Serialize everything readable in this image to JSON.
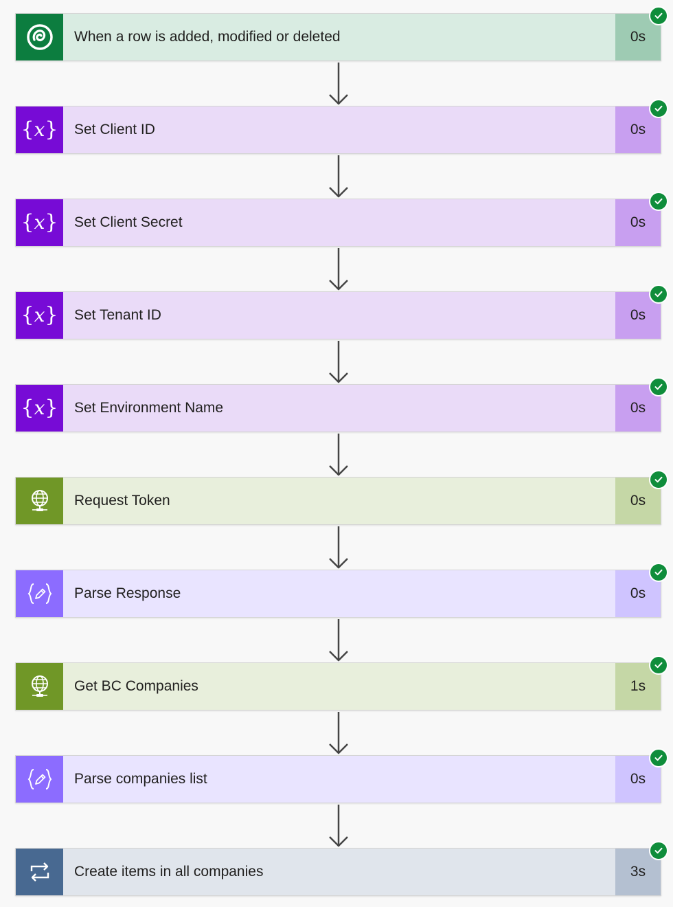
{
  "flow_steps": [
    {
      "title": "When a row is added, modified or deleted",
      "duration": "0s",
      "icon": "dataverse-icon",
      "status": "succeeded",
      "icon_bg": "#0c7d3f",
      "body_bg": "#d9ece2",
      "duration_bg": "#9ecbb3"
    },
    {
      "title": "Set Client ID",
      "duration": "0s",
      "icon": "variable-icon",
      "status": "succeeded",
      "icon_bg": "#770bd6",
      "body_bg": "#eadbf8",
      "duration_bg": "#c89ff0"
    },
    {
      "title": "Set Client Secret",
      "duration": "0s",
      "icon": "variable-icon",
      "status": "succeeded",
      "icon_bg": "#770bd6",
      "body_bg": "#eadbf8",
      "duration_bg": "#c89ff0"
    },
    {
      "title": "Set Tenant ID",
      "duration": "0s",
      "icon": "variable-icon",
      "status": "succeeded",
      "icon_bg": "#770bd6",
      "body_bg": "#eadbf8",
      "duration_bg": "#c89ff0"
    },
    {
      "title": "Set Environment Name",
      "duration": "0s",
      "icon": "variable-icon",
      "status": "succeeded",
      "icon_bg": "#770bd6",
      "body_bg": "#eadbf8",
      "duration_bg": "#c89ff0"
    },
    {
      "title": "Request Token",
      "duration": "0s",
      "icon": "http-globe-icon",
      "status": "succeeded",
      "icon_bg": "#709727",
      "body_bg": "#e8efdc",
      "duration_bg": "#c5d7a6"
    },
    {
      "title": "Parse Response",
      "duration": "0s",
      "icon": "parse-json-icon",
      "status": "succeeded",
      "icon_bg": "#8c6cff",
      "body_bg": "#e9e4ff",
      "duration_bg": "#cfc4ff"
    },
    {
      "title": "Get BC Companies",
      "duration": "1s",
      "icon": "http-globe-icon",
      "status": "succeeded",
      "icon_bg": "#709727",
      "body_bg": "#e8efdc",
      "duration_bg": "#c5d7a6"
    },
    {
      "title": "Parse companies list",
      "duration": "0s",
      "icon": "parse-json-icon",
      "status": "succeeded",
      "icon_bg": "#8c6cff",
      "body_bg": "#e9e4ff",
      "duration_bg": "#cfc4ff"
    },
    {
      "title": "Create items in all companies",
      "duration": "3s",
      "icon": "loop-icon",
      "status": "succeeded",
      "icon_bg": "#486991",
      "body_bg": "#e0e5ec",
      "duration_bg": "#b4c0d1"
    }
  ],
  "colors": {
    "canvas_bg": "#f8f8f8",
    "connector": "#444444",
    "success_check": "#0f8d3b"
  }
}
